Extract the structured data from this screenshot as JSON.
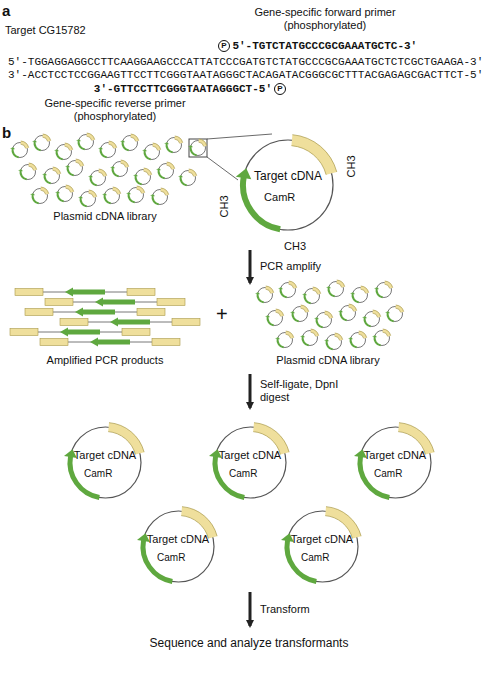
{
  "diagram": {
    "nodes": [
      {
        "text": [
          "Target cDNA",
          "CamR"
        ]
      },
      {
        "text": [
          "Target cDNA",
          "CamR"
        ]
      },
      {
        "text": [
          "Target cDNA",
          "CamR"
        ]
      },
      {
        "text": [
          "Target cDNA",
          "CamR"
        ]
      },
      {
        "text": [
          "Target cDNA",
          "CamR"
        ]
      },
      {
        "text": [
          "Target cDNA",
          "CamR"
        ]
      }
    ],
    "labels": [
      "a",
      "Target CG15782",
      "Gene-specific forward primer (phosphorylated)",
      "P",
      "5'-TGTCTATGCCCGCGAAATGCTC-3'",
      "5'-TGGAGGAGGCCTTCAAGGAAGCCCATTATCCCGATGTCTATGCCCGCGAAATGCTCTCGCTGAAGA-3'",
      "3'-ACCTCCTCCGGAAGTTCCTTCGGGTAATAGGGCTACAGATACGGGCGCTTTACGAGAGCGACTTCT-5'",
      "3'-GTTCCTTCGGGTAATAGGGCT-5'",
      "P",
      "Gene-specific reverse primer (phosphorylated)",
      "b",
      "CH3",
      "CH3",
      "CH3",
      "Plasmid cDNA library",
      "PCR amplify",
      "Amplified PCR products",
      "+",
      "Plasmid cDNA library",
      "Self-ligate, DpnI digest",
      "Transform",
      "Sequence and analyze transformants"
    ]
  }
}
